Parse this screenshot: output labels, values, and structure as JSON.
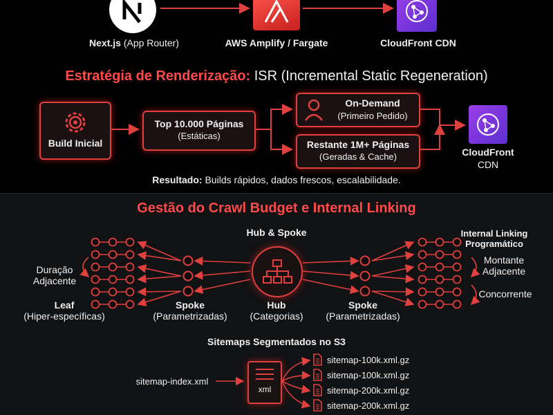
{
  "top": {
    "nextjs": {
      "name": "Next.js",
      "sub": "(App Router)"
    },
    "amplify": {
      "name": "AWS Amplify / Fargate"
    },
    "cloudfront": {
      "name": "CloudFront CDN"
    }
  },
  "isr": {
    "title_red": "Estratégia de Renderização:",
    "title_white": "ISR (Incremental Static Regeneration)",
    "build": "Build Inicial",
    "top_pages": {
      "line1": "Top 10.000 Páginas",
      "line2": "(Estáticas)"
    },
    "on_demand": {
      "line1": "On-Demand",
      "line2": "(Primeiro Pedido)"
    },
    "rest": {
      "line1": "Restante 1M+ Páginas",
      "line2": "(Geradas & Cache)"
    },
    "cdn": {
      "line1": "CloudFront",
      "line2": "CDN"
    },
    "result_bold": "Resultado:",
    "result_text": "Builds rápidos, dados frescos, escalabilidade."
  },
  "crawl": {
    "title": "Gestão do Crawl Budget e Internal Linking",
    "hub_spoke": "Hub & Spoke",
    "internal_linking": {
      "line1": "Internal Linking",
      "line2": "Programático"
    },
    "duracao": {
      "line1": "Duração",
      "line2": "Adjacente"
    },
    "montante": {
      "line1": "Montante",
      "line2": "Adjacente"
    },
    "concorrente": "Concorrente",
    "leaf": {
      "line1": "Leaf",
      "line2": "(Hiper-específicas)"
    },
    "spoke_left": {
      "line1": "Spoke",
      "line2": "(Parametrizadas)"
    },
    "hub": {
      "line1": "Hub",
      "line2": "(Categorias)"
    },
    "spoke_right": {
      "line1": "Spoke",
      "line2": "(Parametrizadas)"
    }
  },
  "sitemaps": {
    "title": "Sitemaps Segmentados no S3",
    "index": "sitemap-index.xml",
    "xml_label": "xml",
    "files": [
      "sitemap-100k.xml.gz",
      "sitemap-100k.xml.gz",
      "sitemap-200k.xml.gz",
      "sitemap-200k.xml.gz"
    ]
  },
  "colors": {
    "accent": "#e0413f",
    "purple": "#7b35dc",
    "bg": "#000000"
  },
  "icons": [
    "nextjs-logo-icon",
    "aws-amplify-icon",
    "cloudfront-icon",
    "gear-icon",
    "user-icon",
    "sitemap-icon",
    "xml-file-icon",
    "gz-file-icon"
  ]
}
